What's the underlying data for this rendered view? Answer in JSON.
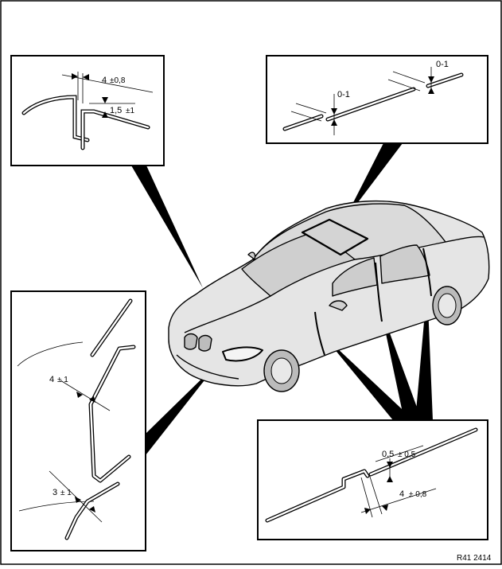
{
  "callouts": {
    "top_left": {
      "dim_main": "4",
      "dim_main_tol": "±0,8",
      "dim_sub": "1,5",
      "dim_sub_tol": "±1"
    },
    "top_right": {
      "gap_left": "0-1",
      "gap_right": "0-1"
    },
    "left": {
      "gap_upper": "4",
      "gap_upper_tol": "± 1",
      "gap_lower": "3",
      "gap_lower_tol": "± 1"
    },
    "bottom_right": {
      "step": "0,5",
      "step_tol": "± 0,5",
      "gap": "4",
      "gap_tol": "± 0,8"
    }
  },
  "reference_code": "R41 2414",
  "colors": {
    "line": "#000000",
    "car_fill": "#e3e3e3",
    "car_shade": "#cfcfcf",
    "paper": "#ffffff"
  }
}
